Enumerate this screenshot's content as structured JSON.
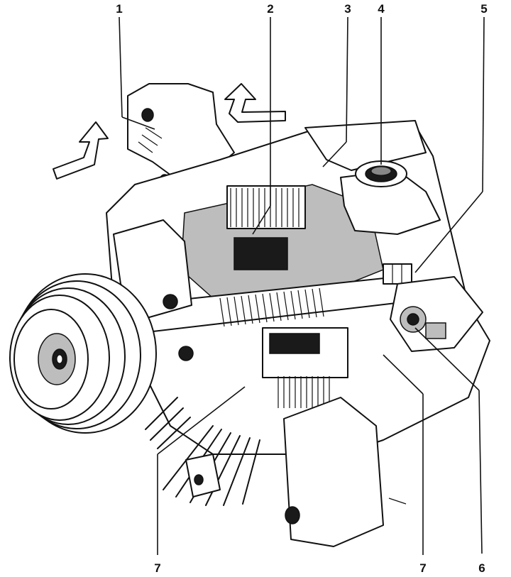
{
  "diagram": {
    "callouts": [
      {
        "id": "callout-1",
        "label": "1"
      },
      {
        "id": "callout-2",
        "label": "2"
      },
      {
        "id": "callout-3",
        "label": "3"
      },
      {
        "id": "callout-4",
        "label": "4"
      },
      {
        "id": "callout-5",
        "label": "5"
      },
      {
        "id": "callout-6",
        "label": "6"
      },
      {
        "id": "callout-7a",
        "label": "7"
      },
      {
        "id": "callout-7b",
        "label": "7"
      }
    ]
  }
}
